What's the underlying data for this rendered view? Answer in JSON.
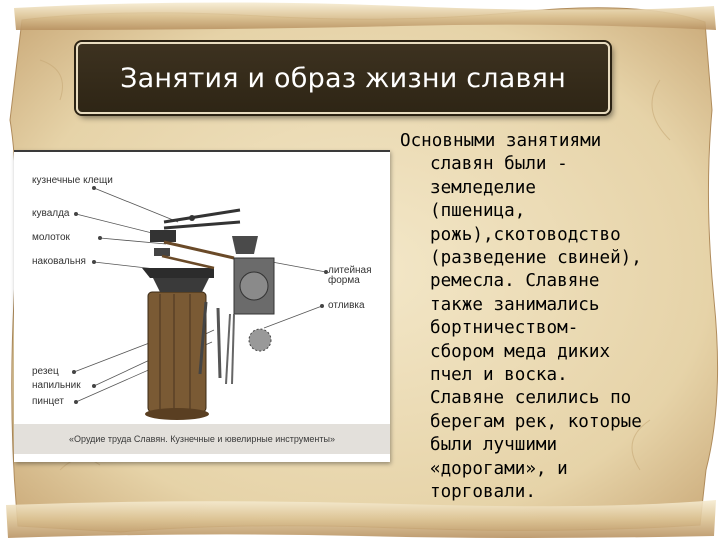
{
  "title": "Занятия и образ жизни славян",
  "figure": {
    "labels": {
      "tongs": "кузнечные клещи",
      "sledgehammer": "кувалда",
      "hammer": "молоток",
      "anvil": "наковальня",
      "casting_mold": "литейная форма",
      "casting": "отливка",
      "chisel": "резец",
      "file": "напильник",
      "tweezers": "пинцет"
    },
    "caption": "«Орудие труда Славян. Кузнечные и ювелирные инструменты»"
  },
  "body_lines": [
    "Основными занятиями",
    "славян были -",
    "земледелие",
    "(пшеница,",
    "рожь),скотоводство",
    "(разведение свиней),",
    "ремесла. Славяне",
    "также занимались",
    "бортничеством-",
    "сбором меда диких",
    "пчел и воска.",
    "Славяне селились по",
    "берегам рек, которые",
    "были лучшими",
    "«дорогами», и",
    "торговали."
  ],
  "colors": {
    "parchment": "#eadbb6",
    "title_bg": "#362c1b",
    "title_text": "#ffffff"
  }
}
